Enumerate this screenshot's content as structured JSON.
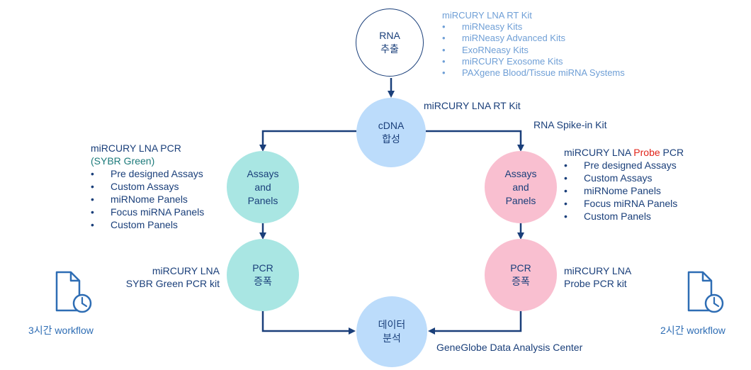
{
  "nodes": {
    "rna": {
      "line1": "RNA",
      "line2": "추출"
    },
    "cdna": {
      "line1": "cDNA",
      "line2": "합성"
    },
    "assays_left": {
      "line1": "Assays",
      "line2": "and",
      "line3": "Panels"
    },
    "assays_right": {
      "line1": "Assays",
      "line2": "and",
      "line3": "Panels"
    },
    "pcr_left": {
      "line1": "PCR",
      "line2": "증폭"
    },
    "pcr_right": {
      "line1": "PCR",
      "line2": "증폭"
    },
    "data": {
      "line1": "데이터",
      "line2": "분석"
    }
  },
  "extraction_kits": {
    "title": "miRCURY LNA RT Kit",
    "items": [
      "miRNeasy Kits",
      "miRNeasy Advanced Kits",
      "ExoRNeasy Kits",
      "miRCURY Exosome Kits",
      "PAXgene Blood/Tissue miRNA Systems"
    ]
  },
  "rt_kit_label": "miRCURY LNA RT Kit",
  "spike_in_label": "RNA Spike-in Kit",
  "sybr_pcr": {
    "title_line1": "miRCURY LNA PCR",
    "title_line2": "(SYBR Green)",
    "items": [
      "Pre designed Assays",
      "Custom Assays",
      "miRNome Panels",
      "Focus miRNA Panels",
      "Custom Panels"
    ]
  },
  "probe_pcr": {
    "title_prefix": "miRCURY LNA ",
    "title_highlight": "Probe",
    "title_suffix": " PCR",
    "items": [
      "Pre designed Assays",
      "Custom Assays",
      "miRNome Panels",
      "Focus miRNA Panels",
      "Custom Panels"
    ]
  },
  "sybr_kit": {
    "line1": "miRCURY LNA",
    "line2": "SYBR Green PCR kit"
  },
  "probe_kit": {
    "line1": "miRCURY LNA",
    "line2": "Probe PCR kit"
  },
  "analysis_center": "GeneGlobe Data Analysis Center",
  "workflow_left": "3시간 workflow",
  "workflow_right": "2시간 workflow",
  "colors": {
    "navy": "#1a3f7a",
    "light_blue_text": "#6f9fd6",
    "blue_circle": "#bcdcfb",
    "teal_circle": "#a9e6e3",
    "pink_circle": "#f9bfd0",
    "teal_text": "#1c7a7a",
    "probe_red": "#e1251b",
    "icon_blue": "#2e6db4"
  }
}
